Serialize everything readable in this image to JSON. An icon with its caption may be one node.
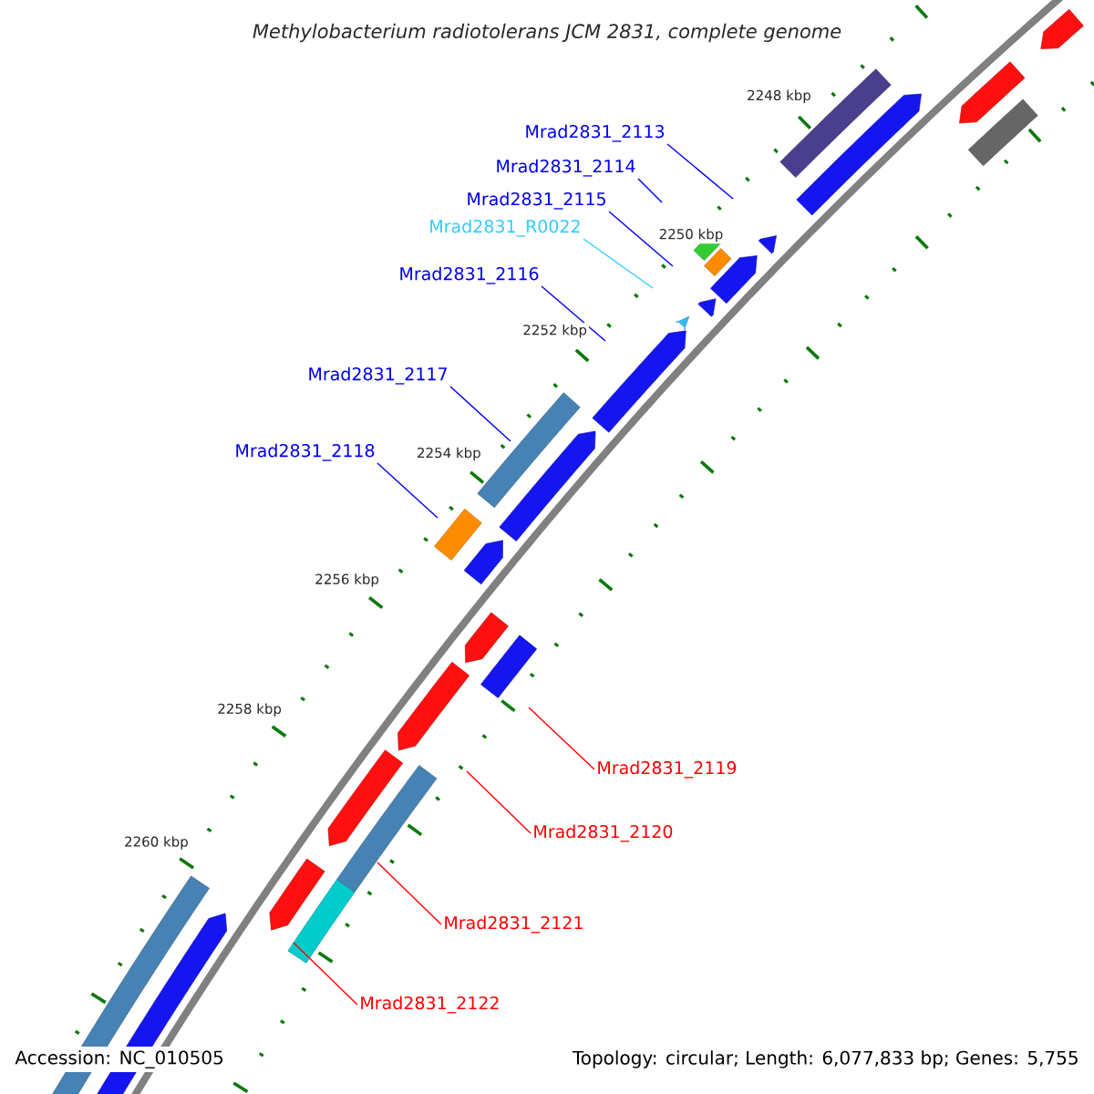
{
  "diagram": {
    "title": "Methylobacterium radiotolerans JCM 2831, complete genome",
    "nodes": [
      {
        "text": [
          "Mrad2831_2113"
        ]
      },
      {
        "text": [
          "Mrad2831_2114"
        ]
      },
      {
        "text": [
          "Mrad2831_2115"
        ]
      },
      {
        "text": [
          "Mrad2831_R0022"
        ]
      },
      {
        "text": [
          "Mrad2831_2116"
        ]
      },
      {
        "text": [
          "Mrad2831_2117"
        ]
      },
      {
        "text": [
          "Mrad2831_2118"
        ]
      },
      {
        "text": [
          "Mrad2831_2119"
        ]
      },
      {
        "text": [
          "Mrad2831_2120"
        ]
      },
      {
        "text": [
          "Mrad2831_2121"
        ]
      },
      {
        "text": [
          "Mrad2831_2122"
        ]
      }
    ],
    "edges": [
      {
        "from": 0,
        "to": null,
        "arrow": "none"
      },
      {
        "from": 1,
        "to": null,
        "arrow": "none"
      },
      {
        "from": 2,
        "to": null,
        "arrow": "none"
      },
      {
        "from": 3,
        "to": null,
        "arrow": "none",
        "color": "#33ccff"
      },
      {
        "from": 4,
        "to": null,
        "arrow": "none"
      },
      {
        "from": 5,
        "to": null,
        "arrow": "none"
      },
      {
        "from": 6,
        "to": null,
        "arrow": "none"
      },
      {
        "from": 7,
        "to": null,
        "arrow": "none",
        "color": "#ff0000"
      },
      {
        "from": 8,
        "to": null,
        "arrow": "none",
        "color": "#ff0000"
      },
      {
        "from": 9,
        "to": null,
        "arrow": "none",
        "color": "#ff0000"
      },
      {
        "from": 10,
        "to": null,
        "arrow": "none",
        "color": "#ff0000"
      }
    ],
    "labels": [
      "2248 kbp",
      "2250 kbp",
      "2252 kbp",
      "2254 kbp",
      "2256 kbp",
      "2258 kbp",
      "2260 kbp",
      "Accession: NC_010505",
      "Topology: circular; Length: 6,077,833 bp; Genes: 5,755"
    ]
  }
}
